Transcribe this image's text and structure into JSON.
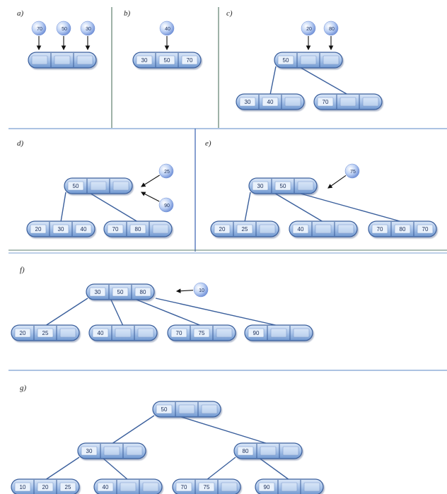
{
  "panels": [
    {
      "id": "a",
      "label": "a)",
      "nodes": [
        {
          "keys": [
            "",
            "",
            ""
          ]
        }
      ],
      "balls": [
        "70",
        "50",
        "30"
      ]
    },
    {
      "id": "b",
      "label": "b)",
      "nodes": [
        {
          "keys": [
            "30",
            "50",
            "70"
          ]
        }
      ],
      "balls": [
        "40"
      ]
    },
    {
      "id": "c",
      "label": "c)",
      "nodes": [
        {
          "keys": [
            "50",
            "",
            ""
          ]
        },
        {
          "keys": [
            "30",
            "40",
            ""
          ]
        },
        {
          "keys": [
            "70",
            "",
            ""
          ]
        }
      ],
      "balls": [
        "20",
        "80"
      ]
    },
    {
      "id": "d",
      "label": "d)",
      "nodes": [
        {
          "keys": [
            "50",
            "",
            ""
          ]
        },
        {
          "keys": [
            "20",
            "30",
            "40"
          ]
        },
        {
          "keys": [
            "70",
            "80",
            ""
          ]
        }
      ],
      "balls": [
        "25",
        "90"
      ]
    },
    {
      "id": "e",
      "label": "e)",
      "nodes": [
        {
          "keys": [
            "30",
            "50",
            ""
          ]
        },
        {
          "keys": [
            "20",
            "25",
            ""
          ]
        },
        {
          "keys": [
            "40",
            "",
            ""
          ]
        },
        {
          "keys": [
            "70",
            "80",
            "70"
          ]
        }
      ],
      "balls": [
        "75"
      ]
    },
    {
      "id": "f",
      "label": "f)",
      "nodes": [
        {
          "keys": [
            "30",
            "50",
            "80"
          ]
        },
        {
          "keys": [
            "20",
            "25",
            ""
          ]
        },
        {
          "keys": [
            "40",
            "",
            ""
          ]
        },
        {
          "keys": [
            "70",
            "75",
            ""
          ]
        },
        {
          "keys": [
            "90",
            "",
            ""
          ]
        }
      ],
      "balls": [
        "10"
      ]
    },
    {
      "id": "g",
      "label": "g)",
      "nodes": [
        {
          "keys": [
            "50",
            "",
            ""
          ]
        },
        {
          "keys": [
            "30",
            "",
            ""
          ]
        },
        {
          "keys": [
            "80",
            "",
            ""
          ]
        },
        {
          "keys": [
            "10",
            "20",
            "25"
          ]
        },
        {
          "keys": [
            "40",
            "",
            ""
          ]
        },
        {
          "keys": [
            "70",
            "75",
            ""
          ]
        },
        {
          "keys": [
            "90",
            "",
            ""
          ]
        }
      ],
      "balls": []
    }
  ],
  "colors": {
    "node_fill_top": "#c9dcf3",
    "node_fill_bottom": "#7aa3d8",
    "node_stroke": "#3a5f9c",
    "edge": "#3a5f9c",
    "divider": "#7b9fd0",
    "divider_dark": "#5f7f6f",
    "ball": "#8fb0e8"
  }
}
